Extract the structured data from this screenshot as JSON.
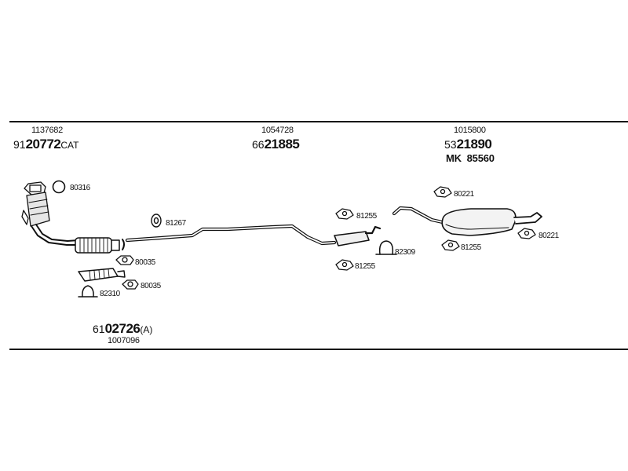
{
  "top_labels": {
    "left_ref": "1137682",
    "left_prefix": "91",
    "left_number": "20772",
    "left_suffix": "CAT",
    "mid_ref": "1054728",
    "mid_prefix": "66",
    "mid_number": "21885",
    "right_ref": "1015800",
    "right_prefix": "53",
    "right_number": "21890",
    "right_mk_prefix": "MK",
    "right_mk_number": "85560"
  },
  "bottom_labels": {
    "prefix": "61",
    "number": "02726",
    "suffix": "(A)",
    "ref": "1007096"
  },
  "parts": [
    {
      "id": "80316"
    },
    {
      "id": "81267"
    },
    {
      "id": "80035a",
      "label": "80035"
    },
    {
      "id": "80035b",
      "label": "80035"
    },
    {
      "id": "82310"
    },
    {
      "id": "81255a",
      "label": "81255"
    },
    {
      "id": "82309"
    },
    {
      "id": "81255b",
      "label": "81255"
    },
    {
      "id": "80221a",
      "label": "80221"
    },
    {
      "id": "81255c",
      "label": "81255"
    },
    {
      "id": "80221b",
      "label": "80221"
    }
  ],
  "part_labels": [
    "80316",
    "81267",
    "80035",
    "80035",
    "82310",
    "81255",
    "82309",
    "81255",
    "80221",
    "81255",
    "80221"
  ]
}
